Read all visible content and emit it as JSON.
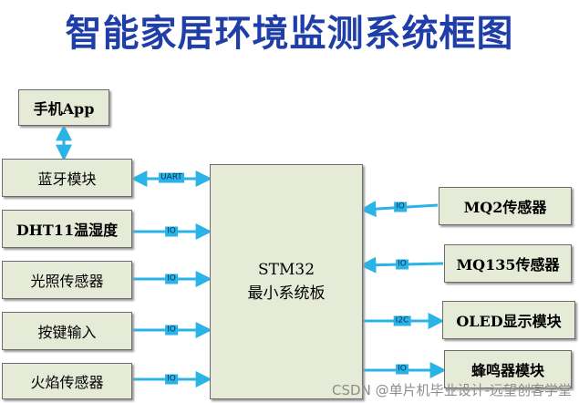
{
  "title": "智能家居环境监测系统框图",
  "mcu": {
    "line1": "STM32",
    "line2": "最小系统板"
  },
  "blocks": {
    "phone_app": "手机App",
    "bluetooth": "蓝牙模块",
    "dht11": "DHT11温湿度",
    "light_sensor": "光照传感器",
    "keys": "按键输入",
    "flame_sensor": "火焰传感器",
    "mq2": "MQ2传感器",
    "mq135": "MQ135传感器",
    "oled": "OLED显示模块",
    "buzzer": "蜂鸣器模块"
  },
  "links": {
    "uart": "UART",
    "io_dht11": "IO",
    "io_light": "IO",
    "io_keys": "IO",
    "io_flame": "IO",
    "io_mq2": "IO",
    "io_mq135": "IO",
    "i2c_oled": "I2C",
    "io_buzzer": "IO"
  },
  "watermark": "CSDN @单片机毕业设计-远望创客学堂",
  "colors": {
    "title": "#1f3ea8",
    "arrow": "#2ab3e6",
    "box_fill": "#e6ebd7"
  }
}
